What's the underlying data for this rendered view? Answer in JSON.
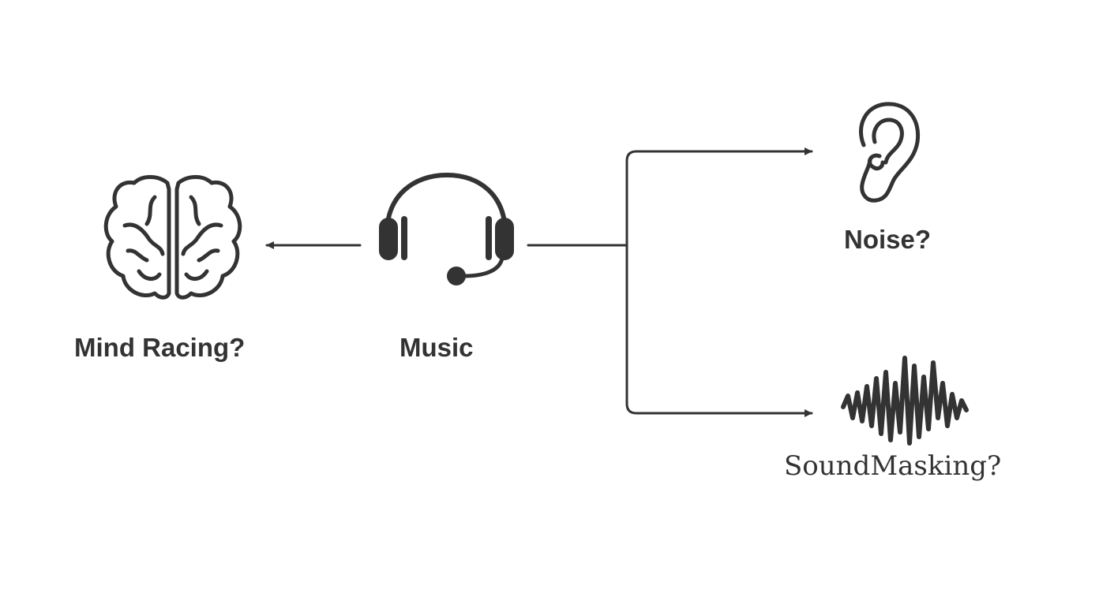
{
  "diagram": {
    "nodes": [
      {
        "id": "mind",
        "label": "Mind Racing?",
        "icon": "brain-icon"
      },
      {
        "id": "music",
        "label": "Music",
        "icon": "headset-icon"
      },
      {
        "id": "noise",
        "label": "Noise?",
        "icon": "ear-icon"
      },
      {
        "id": "sound",
        "label": "SoundMasking?",
        "icon": "sound-wave-icon"
      }
    ],
    "edges": [
      {
        "from": "music",
        "to": "mind"
      },
      {
        "from": "music",
        "to": "noise"
      },
      {
        "from": "music",
        "to": "sound"
      }
    ],
    "colors": {
      "stroke": "#333333",
      "text": "#333333",
      "background": "#ffffff"
    }
  }
}
